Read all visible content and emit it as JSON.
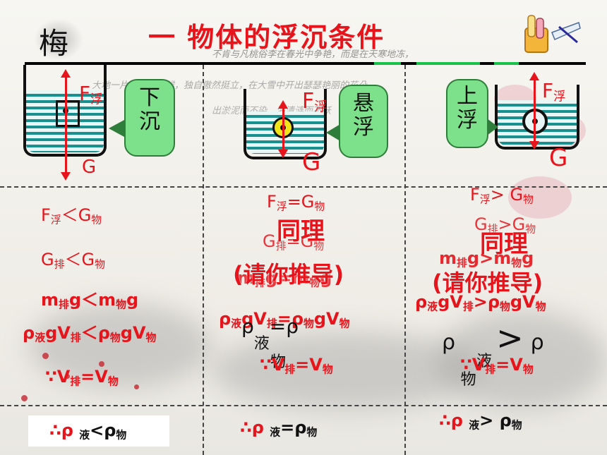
{
  "title": "一 物体的浮沉条件",
  "calligraphy_char": "梅",
  "poem_lines": [
    "不肯与凡桃俗李在春光中争艳，而是在天寒地冻，",
    "大地一片凋零的时候，独自傲然挺立，在大雪中开出瑟瑟艳丽的花朵，",
    "出淤泥而不染，濯清涟而不妖"
  ],
  "columns": [
    {
      "state": "下沉",
      "state_line1": "下",
      "state_line2": "沉",
      "force_up": "F",
      "force_up_sub": "浮",
      "force_down": "G",
      "relations": [
        {
          "pre": "F",
          "pre_sub": "浮",
          "op": "＜",
          "post": "G",
          "post_sub": "物"
        },
        {
          "pre": "G",
          "pre_sub": "排",
          "op": "＜",
          "post": "G",
          "post_sub": "物"
        },
        {
          "pre": "m",
          "pre_sub": "排",
          "mid": "g",
          "op": "＜",
          "post": "m",
          "post_sub": "物",
          "tail": "g"
        },
        {
          "pre": "ρ",
          "pre_sub": "液",
          "mid": "gV",
          "mid_sub": "排",
          "op": "＜",
          "post": "ρ",
          "post_sub": "物",
          "tail": "gV",
          "tail_sub": "物"
        }
      ],
      "volume": {
        "lead": "∵V",
        "a_sub": "排",
        "eq": "=V",
        "b_sub": "物"
      },
      "conclusion": {
        "lead": "∴ρ ",
        "a_sub": "液",
        "op": "<ρ",
        "b_sub": "物"
      }
    },
    {
      "state": "悬浮",
      "state_line1": "悬",
      "state_line2": "浮",
      "force_up": "F",
      "force_up_sub": "浮",
      "force_down": "G",
      "relations": [
        {
          "pre": "F",
          "pre_sub": "浮",
          "op": "=",
          "post": "G",
          "post_sub": "物"
        },
        {
          "pre": "G",
          "pre_sub": "排",
          "op": "=",
          "post": "G",
          "post_sub": "物"
        },
        {
          "pre": "m",
          "pre_sub": "排",
          "mid": "g",
          "op": "=",
          "post": "m",
          "post_sub": "物",
          "tail": "g"
        },
        {
          "pre": "ρ",
          "pre_sub": "液",
          "mid": "gV",
          "mid_sub": "排",
          "op": "=",
          "post": "ρ",
          "post_sub": "物",
          "tail": "gV",
          "tail_sub": "物"
        }
      ],
      "overlay_heading": "同理",
      "overlay_sub": "(请你推导)",
      "ghost_rho": {
        "left": "ρ",
        "left_sub": "液",
        "op": "=",
        "right": "ρ",
        "right_sub": "物"
      },
      "volume": {
        "lead": "∵V",
        "a_sub": "排",
        "eq": "=V",
        "b_sub": "物"
      },
      "conclusion": {
        "lead": "∴ρ ",
        "a_sub": "液",
        "op": "=ρ",
        "b_sub": "物"
      }
    },
    {
      "state": "上浮",
      "state_line1": "上",
      "state_line2": "浮",
      "force_up": "F",
      "force_up_sub": "浮",
      "force_down": "G",
      "relations": [
        {
          "pre": "F",
          "pre_sub": "浮",
          "op": "> ",
          "post": "G",
          "post_sub": "物"
        },
        {
          "pre": "G",
          "pre_sub": "排",
          "op": ">",
          "post": "G",
          "post_sub": "物"
        },
        {
          "pre": "m",
          "pre_sub": "排",
          "mid": "g",
          "op": ">",
          "post": "m",
          "post_sub": "物",
          "tail": "g"
        },
        {
          "pre": "ρ",
          "pre_sub": "液",
          "mid": "gV",
          "mid_sub": "排",
          "op": ">",
          "post": "ρ",
          "post_sub": "物",
          "tail": "gV",
          "tail_sub": "物"
        }
      ],
      "overlay_heading": "同理",
      "overlay_sub": "(请你推导)",
      "ghost_rho": {
        "left": "ρ",
        "left_sub": "液",
        "op": ">",
        "right": "ρ",
        "right_sub": "物"
      },
      "volume": {
        "lead": "∵V",
        "a_sub": "排",
        "eq": "=V",
        "b_sub": "物"
      },
      "conclusion": {
        "lead": "∴ρ ",
        "a_sub": "液",
        "op": "> ρ",
        "b_sub": "物"
      }
    }
  ],
  "colors": {
    "accent": "#e8141c",
    "callout_green": "#7de08a",
    "water_teal": "#1a8f8f",
    "rule_green": "#18c24a"
  }
}
